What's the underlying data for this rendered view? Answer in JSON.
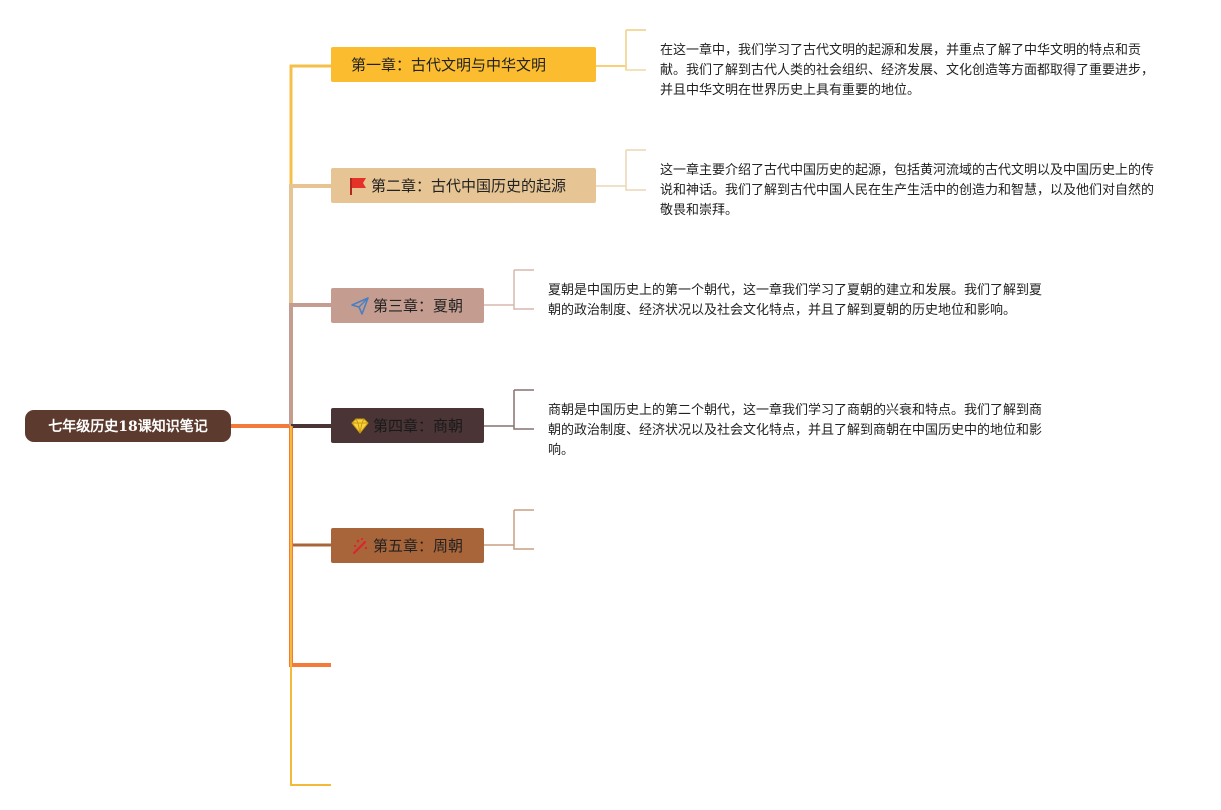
{
  "root": {
    "label": "七年级历史18课知识笔记"
  },
  "chapters": [
    {
      "label": "第一章：古代文明与中华文明",
      "icon": "none",
      "color": "#fbbd2f",
      "summary": "在这一章中，我们学习了古代文明的起源和发展，并重点了解了中华文明的特点和贡献。我们了解到古代人类的社会组织、经济发展、文化创造等方面都取得了重要进步，并且中华文明在世界历史上具有重要的地位。"
    },
    {
      "label": "第二章：古代中国历史的起源",
      "icon": "red-flag-icon",
      "color": "#e6c494",
      "summary": "这一章主要介绍了古代中国历史的起源，包括黄河流域的古代文明以及中国历史上的传说和神话。我们了解到古代中国人民在生产生活中的创造力和智慧，以及他们对自然的敬畏和崇拜。"
    },
    {
      "label": "第三章：夏朝",
      "icon": "paper-plane-icon",
      "color": "#c59d90",
      "summary": "夏朝是中国历史上的第一个朝代，这一章我们学习了夏朝的建立和发展。我们了解到夏朝的政治制度、经济状况以及社会文化特点，并且了解到夏朝的历史地位和影响。"
    },
    {
      "label": "第四章：商朝",
      "icon": "diamond-icon",
      "color": "#4a3435",
      "summary": "商朝是中国历史上的第二个朝代，这一章我们学习了商朝的兴衰和特点。我们了解到商朝的政治制度、经济状况以及社会文化特点，并且了解到商朝在中国历史中的地位和影响。"
    },
    {
      "label": "第五章：周朝",
      "icon": "fireworks-icon",
      "color": "#a9653a",
      "summary": ""
    }
  ],
  "colors": {
    "root": "#5c3a2e",
    "trunk_orange": "#f47a3a",
    "trunk_yellow": "#f5b93a"
  }
}
